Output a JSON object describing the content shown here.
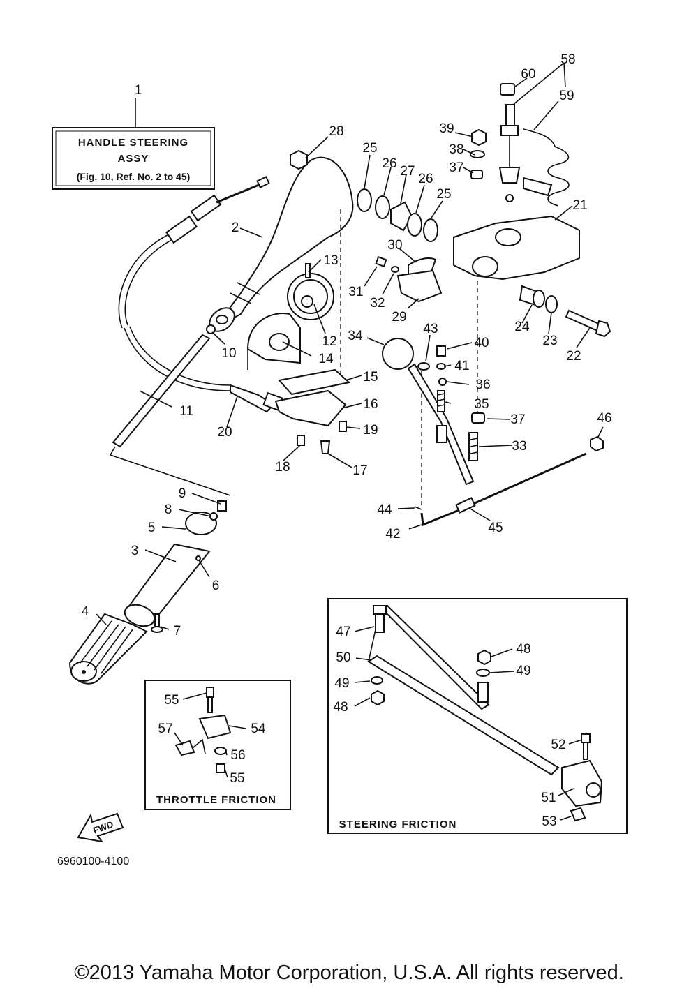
{
  "ref_box": {
    "line1": "HANDLE STEERING",
    "line2": "ASSY",
    "line3": "(Fig. 10, Ref. No. 2 to 45)"
  },
  "boxes": {
    "throttle_friction": "THROTTLE FRICTION",
    "steering_friction": "STEERING FRICTION"
  },
  "fwd_label": "FWD",
  "diagram_code": "6960100-4100",
  "copyright": "©2013 Yamaha Motor Corporation, U.S.A. All rights reserved.",
  "callouts": [
    "1",
    "2",
    "3",
    "4",
    "5",
    "6",
    "7",
    "8",
    "9",
    "10",
    "11",
    "12",
    "13",
    "14",
    "15",
    "16",
    "17",
    "18",
    "19",
    "20",
    "21",
    "22",
    "23",
    "24",
    "25",
    "25",
    "26",
    "26",
    "27",
    "28",
    "29",
    "30",
    "31",
    "32",
    "33",
    "34",
    "35",
    "36",
    "37",
    "37",
    "38",
    "39",
    "40",
    "41",
    "42",
    "43",
    "44",
    "45",
    "46",
    "47",
    "48",
    "48",
    "49",
    "49",
    "50",
    "51",
    "52",
    "53",
    "54",
    "55",
    "55",
    "56",
    "57",
    "58",
    "59",
    "60"
  ]
}
